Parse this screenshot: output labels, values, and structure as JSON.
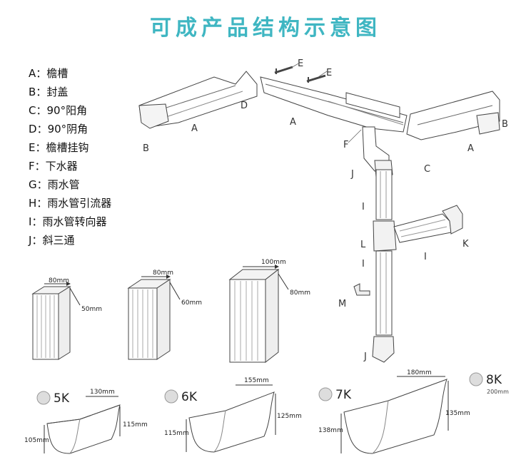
{
  "title": "可成产品结构示意图",
  "legend": [
    {
      "key": "A",
      "sep": "：",
      "text": "檐槽"
    },
    {
      "key": "B",
      "sep": "：",
      "text": "封盖"
    },
    {
      "key": "C",
      "sep": "：",
      "text": "90°阳角"
    },
    {
      "key": "D",
      "sep": "：",
      "text": "90°阴角"
    },
    {
      "key": "E",
      "sep": "：",
      "text": "檐槽挂钩"
    },
    {
      "key": "F",
      "sep": "：",
      "text": "下水器"
    },
    {
      "key": "G",
      "sep": "：",
      "text": "雨水管"
    },
    {
      "key": "H",
      "sep": "：",
      "text": "雨水管引流器"
    },
    {
      "key": "I",
      "sep": "：",
      "text": "雨水管转向器"
    },
    {
      "key": "J",
      "sep": "：",
      "text": "斜三通"
    }
  ],
  "diagram_labels": {
    "A1": "A",
    "A2": "A",
    "A3": "A",
    "B1": "B",
    "B2": "B",
    "C": "C",
    "D": "D",
    "E1": "E",
    "E2": "E",
    "F": "F",
    "I1": "I",
    "I2": "I",
    "I3": "I",
    "J1": "J",
    "J2": "J",
    "K": "K",
    "L": "L",
    "M": "M"
  },
  "pipes": [
    {
      "w": "80mm",
      "d": "50mm"
    },
    {
      "w": "80mm",
      "d": "60mm"
    },
    {
      "w": "100mm",
      "d": "80mm"
    }
  ],
  "gutters": [
    {
      "size": "5K",
      "top": "130mm",
      "left": "105mm",
      "right": "115mm"
    },
    {
      "size": "6K",
      "top": "155mm",
      "left": "115mm",
      "right": "125mm"
    },
    {
      "size": "7K",
      "top": "180mm",
      "left": "138mm",
      "right": "135mm"
    }
  ],
  "extra_size": {
    "size": "8K",
    "dim": "200mm"
  }
}
